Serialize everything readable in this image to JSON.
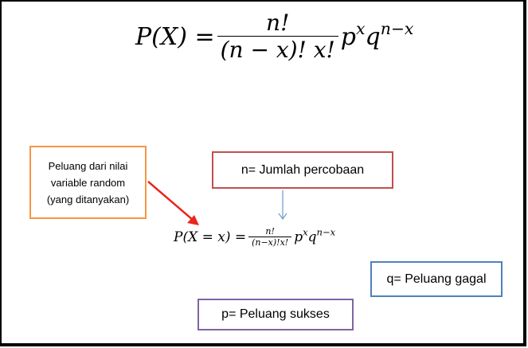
{
  "formula_main": {
    "lhs": "P(X) =",
    "numerator": "n!",
    "denominator": "(n − x)! x!",
    "p_base": "p",
    "p_exp": "x",
    "q_base": "q",
    "q_exp": "n−x"
  },
  "formula_annotated": {
    "lhs": "P(X = x) =",
    "numerator": "n!",
    "denominator": "(n−x)!x!",
    "p_base": "p",
    "p_exp": "x",
    "q_base": "q",
    "q_exp": "n−x"
  },
  "labels": {
    "random_value_lines": [
      "Peluang dari nilai",
      "variable random",
      "(yang ditanyakan)"
    ],
    "n": "n= Jumlah percobaan",
    "q": "q= Peluang gagal",
    "p": "p= Peluang sukses"
  },
  "colors": {
    "orange_border": "#f79646",
    "red_border": "#c0504d",
    "blue_border": "#4f81bd",
    "purple_border": "#8064a2",
    "red_arrow": "#e8281d",
    "blue_arrow": "#7aa0cf"
  }
}
